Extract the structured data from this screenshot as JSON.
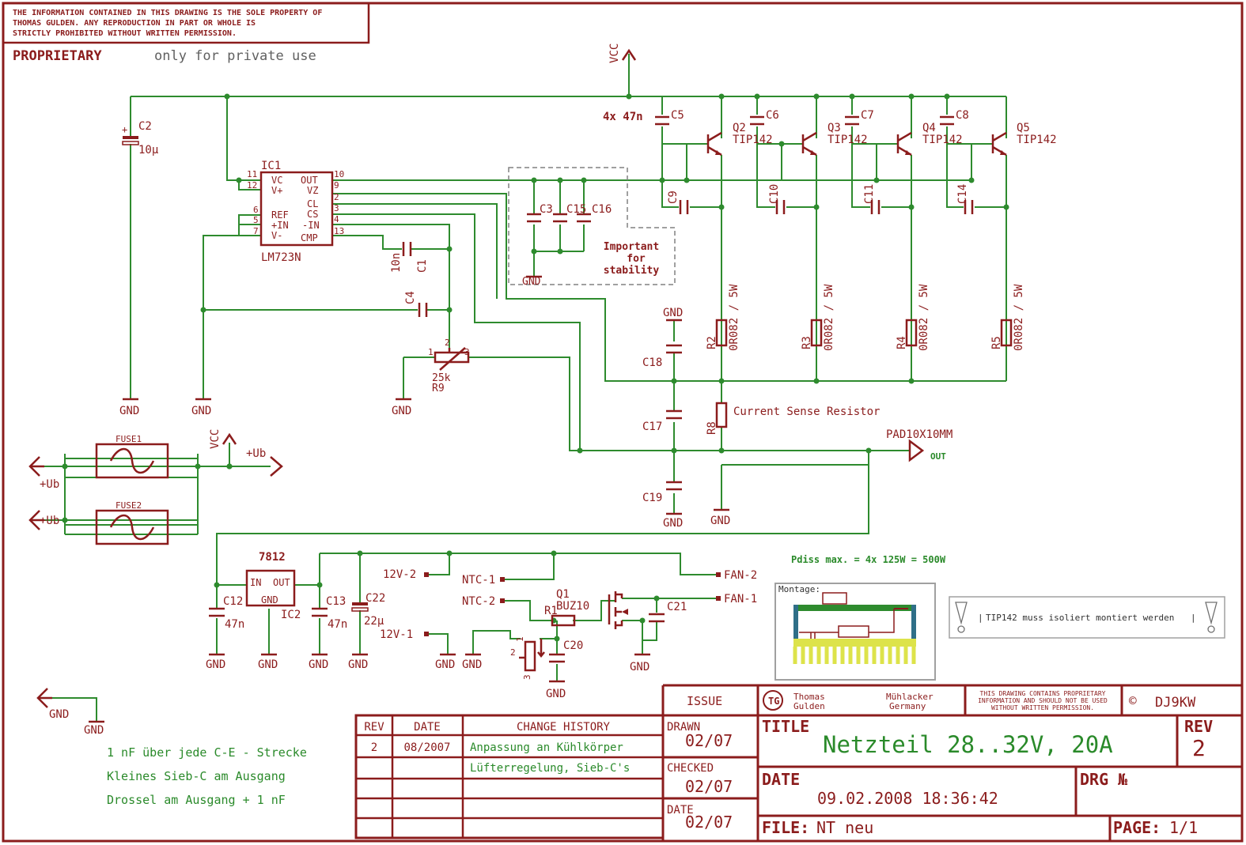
{
  "notice": {
    "line1": "THE INFORMATION CONTAINED IN THIS DRAWING IS THE SOLE PROPERTY OF",
    "line2": "THOMAS GULDEN.  ANY REPRODUCTION IN PART OR WHOLE IS",
    "line3": "STRICTLY PROHIBITED WITHOUT WRITTEN PERMISSION.",
    "proprietary": "PROPRIETARY",
    "private": "only for private use"
  },
  "nets": {
    "vcc": "VCC",
    "gnd": "GND",
    "ub": "+Ub",
    "out": "OUT",
    "pad": "PAD10X10MM",
    "v12_1": "12V-1",
    "v12_2": "12V-2",
    "ntc1": "NTC-1",
    "ntc2": "NTC-2",
    "fan1": "FAN-1",
    "fan2": "FAN-2"
  },
  "components": {
    "c2": "C2",
    "c2v": "10µ",
    "ic1": "IC1",
    "ic1v": "LM723N",
    "pins": {
      "p11": "11",
      "p12": "12",
      "p6": "6",
      "p5": "5",
      "p7": "7",
      "p10": "10",
      "p9": "9",
      "p2": "2",
      "p3": "3",
      "p4": "4",
      "p13": "13"
    },
    "pinnames": {
      "vc": "VC",
      "vp": "V+",
      "ref": "REF",
      "pin": "+IN",
      "vm": "V-",
      "out": "OUT",
      "vz": "VZ",
      "cl": "CL",
      "cs": "CS",
      "min": "-IN",
      "cmp": "CMP"
    },
    "c5": "C5",
    "c6": "C6",
    "c7": "C7",
    "c8": "C8",
    "c47n": "4x 47n",
    "q2": "Q2",
    "q3": "Q3",
    "q4": "Q4",
    "q5": "Q5",
    "tip": "TIP142",
    "c9": "C9",
    "c10": "C10",
    "c11": "C11",
    "c14": "C14",
    "c3": "C3",
    "c15": "C15",
    "c16": "C16",
    "important": "Important",
    "for": "for",
    "stability": "stability",
    "c1": "C1",
    "c1v": "10n",
    "c4": "C4",
    "r9": "R9",
    "r9v": "25k",
    "r9p1": "1",
    "r9p2": "2",
    "r9p3": "3",
    "r2": "R2",
    "r3": "R3",
    "r4": "R4",
    "r5": "R5",
    "rv": "0R082 / 5W",
    "c18": "C18",
    "c17": "C17",
    "c19": "C19",
    "r8": "R8",
    "sense": "Current Sense Resistor",
    "fuse1": "FUSE1",
    "fuse2": "FUSE2",
    "u7812": "7812",
    "ic2": "IC2",
    "in": "IN",
    "out": "OUT",
    "gnd": "GND",
    "c12": "C12",
    "c12v": "47n",
    "c13": "C13",
    "c13v": "47n",
    "c22": "C22",
    "c22v": "22µ",
    "q1": "Q1",
    "q1v": "BUZ10",
    "r1": "R1",
    "c20": "C20",
    "c21": "C21",
    "pdiss": "Pdiss max. = 4x 125W = 500W",
    "montage": "Montage:",
    "tip_note": "TIP142 muss isoliert montiert werden"
  },
  "notes": [
    "1 nF über jede C-E - Strecke",
    "Kleines Sieb-C am Ausgang",
    "Drossel am Ausgang + 1 nF"
  ],
  "history": {
    "h_rev": "REV",
    "h_date": "DATE",
    "h_change": "CHANGE HISTORY",
    "rows": [
      {
        "rev": "2",
        "date": "08/2007",
        "change": "Anpassung an Kühlkörper"
      },
      {
        "rev": "",
        "date": "",
        "change": "Lüfterregelung, Sieb-C's"
      }
    ]
  },
  "titleblock": {
    "issue": "ISSUE",
    "drawn": "DRAWN",
    "drawn_v": "02/07",
    "checked": "CHECKED",
    "checked_v": "02/07",
    "date_l": "DATE",
    "date_v": "02/07",
    "company1": "Thomas",
    "company2": "Gulden",
    "city1": "Mühlacker",
    "city2": "Germany",
    "prop1": "THIS DRAWING CONTAINS PROPRIETARY",
    "prop2": "INFORMATION AND SHOULD NOT BE USED",
    "prop3": "WITHOUT WRITTEN PERMISSION.",
    "copyright": "©",
    "callsign": "DJ9KW",
    "title_l": "TITLE",
    "title": "Netzteil 28..32V, 20A",
    "rev_l": "REV",
    "rev": "2",
    "date_big_l": "DATE",
    "date_big": "09.02.2008 18:36:42",
    "drg": "DRG №",
    "file_l": "FILE:",
    "file": "NT neu",
    "page_l": "PAGE:",
    "page": "1/1"
  },
  "colors": {
    "frame": "#8b1c1c",
    "wire": "#2e8b2e",
    "text": "#8b1c1c",
    "note": "#2a8a2a"
  }
}
